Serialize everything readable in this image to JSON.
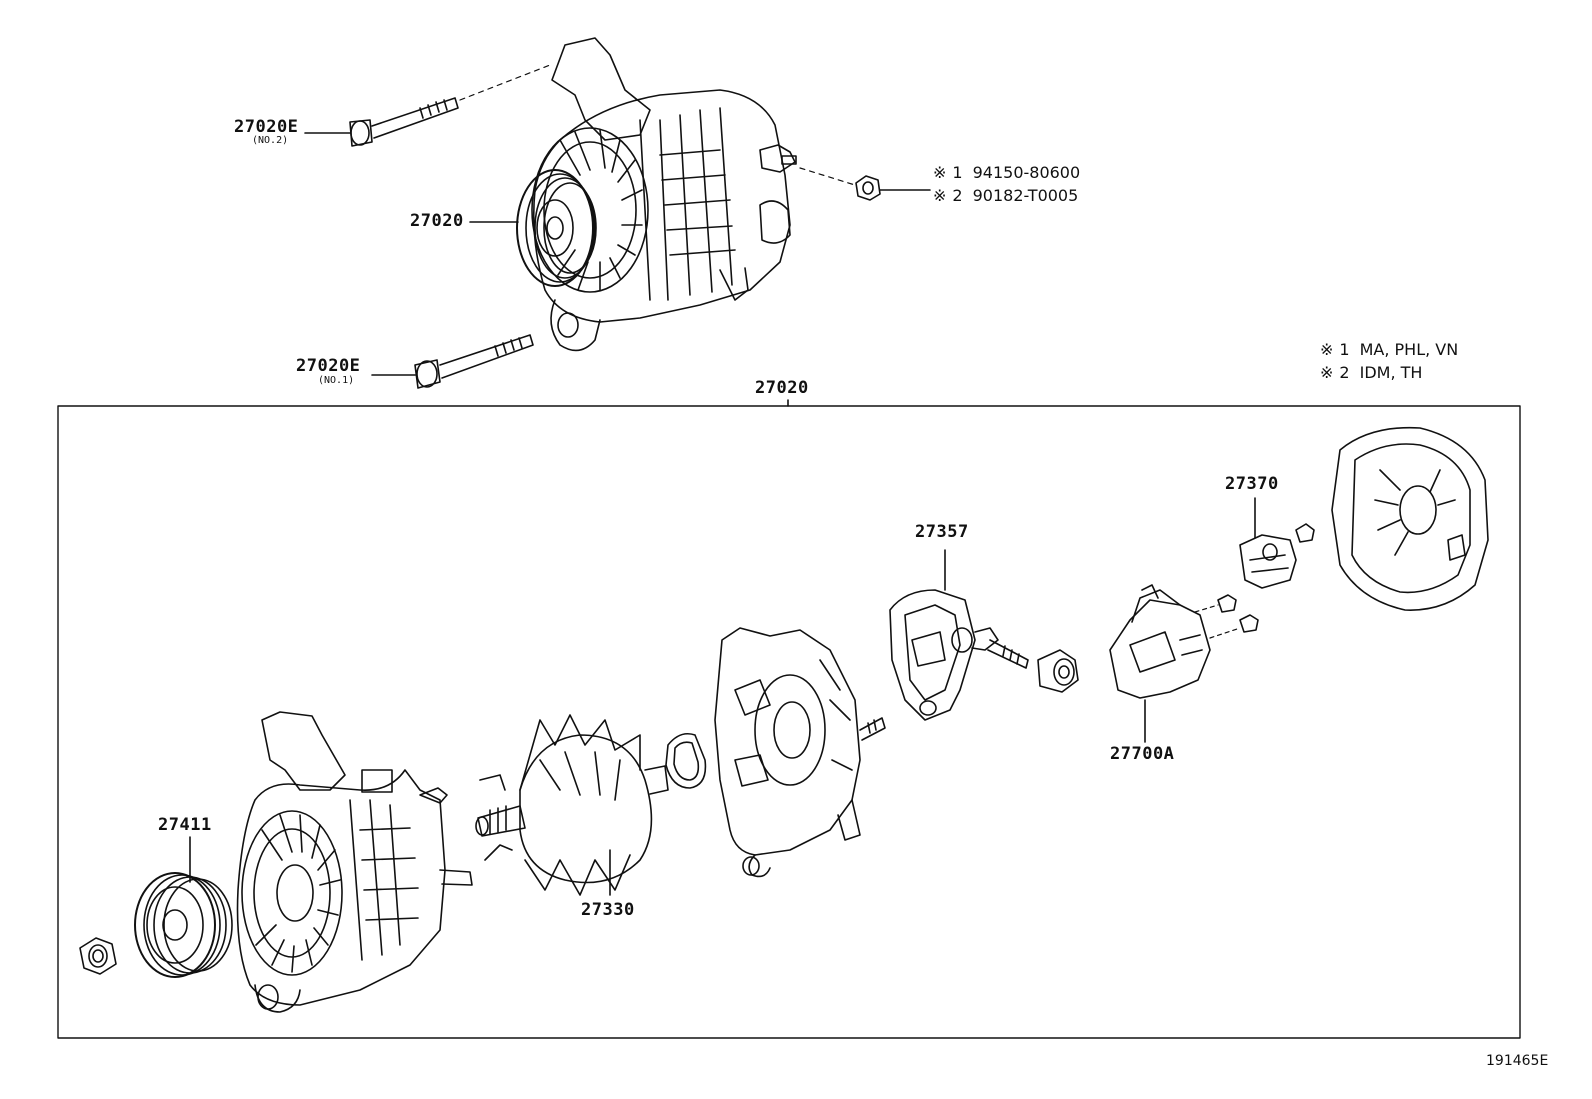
{
  "labels": {
    "bolt_no2": "27020E",
    "bolt_no2_sub": "(NO.2)",
    "alternator_top": "27020",
    "bolt_no1": "27020E",
    "bolt_no1_sub": "(NO.1)",
    "assembly": "27020",
    "pulley": "27411",
    "rotor": "27330",
    "rectifier": "27357",
    "terminal_insulator": "27370",
    "regulator": "27700A"
  },
  "nut_notes": [
    {
      "mark": "※",
      "index": "1",
      "part": "94150-80600"
    },
    {
      "mark": "※",
      "index": "2",
      "part": "90182-T0005"
    }
  ],
  "market_notes": [
    {
      "mark": "※",
      "index": "1",
      "markets": "MA, PHL, VN"
    },
    {
      "mark": "※",
      "index": "2",
      "markets": "IDM, TH"
    }
  ],
  "diagram_id": "191465E"
}
